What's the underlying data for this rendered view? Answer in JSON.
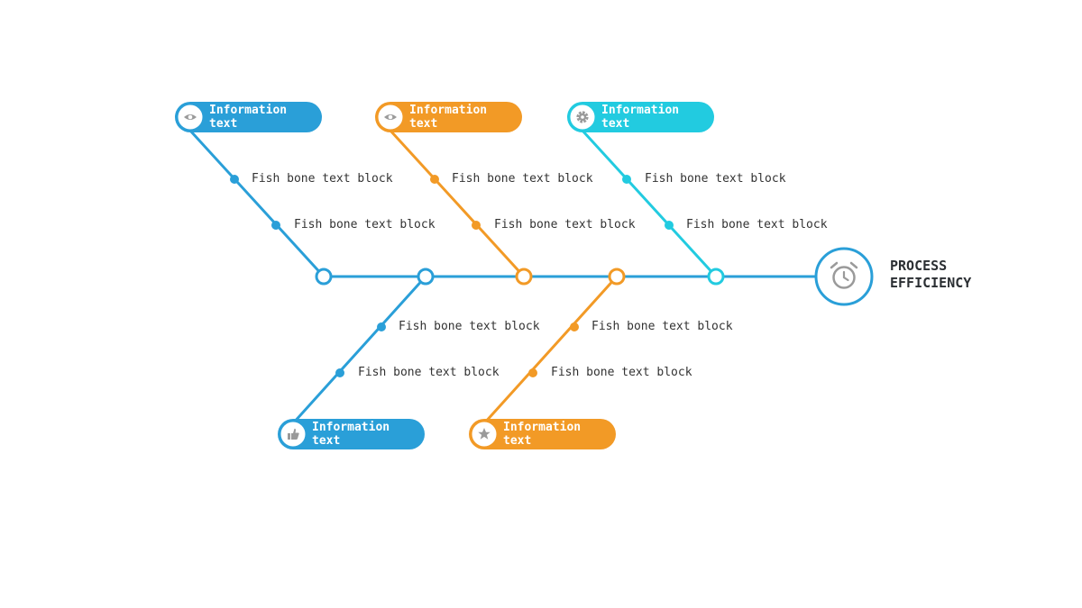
{
  "colors": {
    "blue": "#2a9fd8",
    "orange": "#f29a26",
    "cyan": "#22cbe0",
    "icon_gray": "#9a9a9a",
    "text": "#333333",
    "head_text": "#2b2f33"
  },
  "head": {
    "title_line1": "PROCESS",
    "title_line2": "EFFICIENCY",
    "icon": "alarm-clock-icon"
  },
  "categories": [
    {
      "id": "top-1",
      "color": "#2a9fd8",
      "icon": "eye-icon",
      "label_line1": "Information",
      "label_line2": "text",
      "items": [
        "Fish bone text block",
        "Fish bone text block"
      ]
    },
    {
      "id": "top-2",
      "color": "#f29a26",
      "icon": "eye-icon",
      "label_line1": "Information",
      "label_line2": "text",
      "items": [
        "Fish bone text block",
        "Fish bone text block"
      ]
    },
    {
      "id": "top-3",
      "color": "#22cbe0",
      "icon": "gear-icon",
      "label_line1": "Information",
      "label_line2": "text",
      "items": [
        "Fish bone text block",
        "Fish bone text block"
      ]
    },
    {
      "id": "bottom-1",
      "color": "#2a9fd8",
      "icon": "thumbs-up-icon",
      "label_line1": "Information",
      "label_line2": "text",
      "items": [
        "Fish bone text block",
        "Fish bone text block"
      ]
    },
    {
      "id": "bottom-2",
      "color": "#f29a26",
      "icon": "star-icon",
      "label_line1": "Information",
      "label_line2": "text",
      "items": [
        "Fish bone text block",
        "Fish bone text block"
      ]
    }
  ]
}
